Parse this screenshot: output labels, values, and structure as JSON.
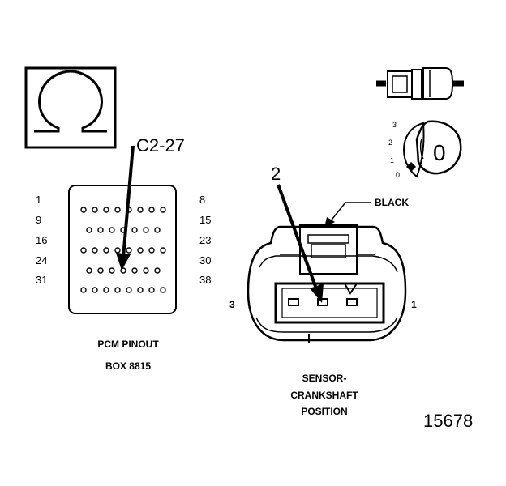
{
  "symbol": {
    "name": "ohm-symbol"
  },
  "callout_c2": {
    "text": "C2-27"
  },
  "callout_2": {
    "text": "2"
  },
  "pcm": {
    "row_labels_left": [
      "1",
      "9",
      "16",
      "24",
      "31"
    ],
    "row_labels_right": [
      "8",
      "15",
      "23",
      "30",
      "38"
    ],
    "caption_line1": "PCM PINOUT",
    "caption_line2": "BOX 8815"
  },
  "sensor": {
    "wire_color": "BLACK",
    "pin_left": "3",
    "pin_right": "1",
    "caption_line1": "SENSOR-",
    "caption_line2": "CRANKSHAFT",
    "caption_line3": "POSITION"
  },
  "key_scale": {
    "ticks": [
      "3",
      "2",
      "1",
      "0"
    ],
    "value": "0"
  },
  "figure_number": "15678"
}
